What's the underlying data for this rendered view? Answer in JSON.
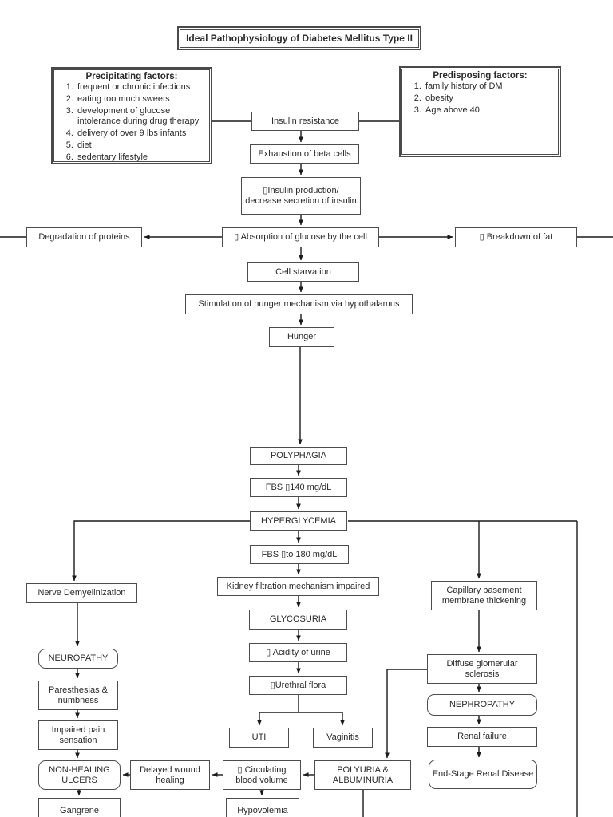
{
  "title": "Ideal Pathophysiology of Diabetes Mellitus Type II",
  "precipitating": {
    "heading": "Precipitating factors:",
    "items": [
      "frequent or chronic infections",
      "eating too much sweets",
      "development of glucose intolerance during drug therapy",
      "delivery of over 9 lbs infants",
      "diet",
      "sedentary lifestyle"
    ]
  },
  "predisposing": {
    "heading": "Predisposing factors:",
    "items": [
      "family history of DM",
      "obesity",
      "Age above 40"
    ]
  },
  "nodes": {
    "insulin_resistance": "Insulin resistance",
    "exhaustion": "Exhaustion of beta cells",
    "insulin_production": "▯Insulin production/ decrease secretion of insulin",
    "degradation": "Degradation of proteins",
    "absorption": "▯ Absorption of glucose by the cell",
    "breakdown": "▯ Breakdown of fat",
    "cell_starvation": "Cell starvation",
    "stimulation": "Stimulation of hunger mechanism via hypothalamus",
    "hunger": "Hunger",
    "polyphagia": "POLYPHAGIA",
    "fbs_140": "FBS ▯140 mg/dL",
    "hyperglycemia": "HYPERGLYCEMIA",
    "fbs_180": "FBS ▯to 180 mg/dL",
    "kidney_filtration": "Kidney filtration mechanism impaired",
    "glycosuria": "GLYCOSURIA",
    "acidity_urine": "▯ Acidity of urine",
    "urethral_flora": "▯Urethral flora",
    "uti": "UTI",
    "vaginitis": "Vaginitis",
    "nerve_demyelinization": "Nerve Demyelinization",
    "neuropathy": "NEUROPATHY",
    "paresthesias": "Paresthesias & numbness",
    "impaired_pain": "Impaired pain sensation",
    "non_healing_ulcers": "NON-HEALING ULCERS",
    "gangrene": "Gangrene",
    "delayed_wound": "Delayed wound healing",
    "circulating_volume": "▯ Circulating blood volume",
    "polyuria": "POLYURIA & ALBUMINURIA",
    "hypovolemia": "Hypovolemia",
    "capillary_thickening": "Capillary basement membrane thickening",
    "diffuse_sclerosis": "Diffuse glomerular sclerosis",
    "nephropathy": "NEPHROPATHY",
    "renal_failure": "Renal failure",
    "esrd": "End-Stage Renal Disease"
  },
  "colors": {
    "background": "#ffffff",
    "box_border": "#4d4d4d",
    "text": "#2a2a2a",
    "line": "#1a1a1a"
  }
}
